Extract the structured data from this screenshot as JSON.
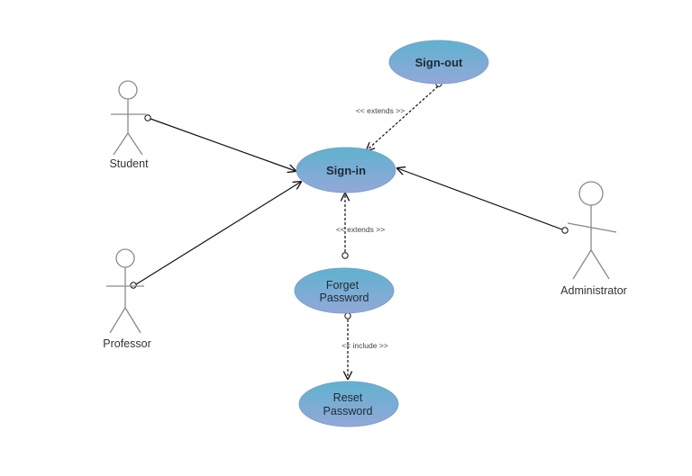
{
  "diagram": {
    "actors": {
      "student": "Student",
      "professor": "Professor",
      "administrator": "Administrator"
    },
    "use_cases": {
      "sign_out": "Sign-out",
      "sign_in": "Sign-in",
      "forget_password": [
        "Forget",
        "Password"
      ],
      "reset_password": [
        "Reset",
        "Password"
      ]
    },
    "relations": {
      "sign_out_extends": "<< extends >>",
      "forget_extends": "<< extends >>",
      "reset_include": "<< include >>"
    },
    "colors": {
      "usecase_top": "#5fb2cf",
      "usecase_bottom": "#93a8d8",
      "usecase_stroke": "#7fa0c8",
      "actor_stroke": "#8a8a8a",
      "line": "#111111"
    }
  }
}
